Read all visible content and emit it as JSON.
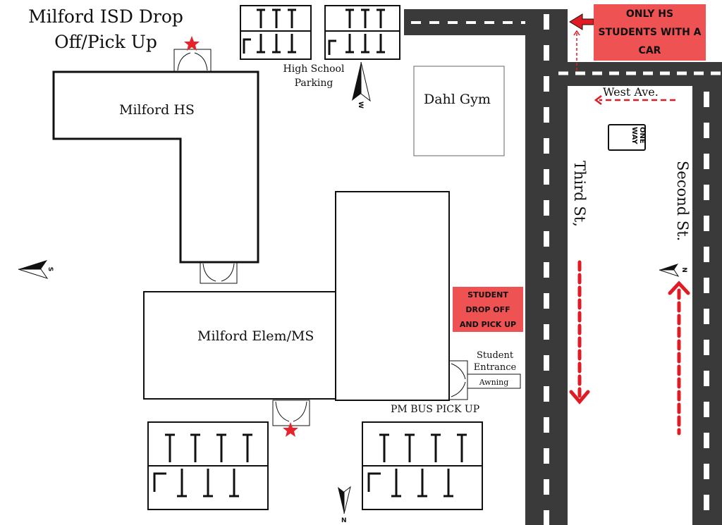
{
  "title": {
    "line1": "Milford ISD Drop",
    "line2": "Off/Pick Up"
  },
  "buildings": {
    "hs": "Milford HS",
    "elem": "Milford Elem/MS",
    "gym": "Dahl Gym"
  },
  "labels": {
    "hs_parking_1": "High School",
    "hs_parking_2": "Parking",
    "student_entrance_1": "Student",
    "student_entrance_2": "Entrance",
    "awning": "Awning",
    "pm_bus": "PM BUS PICK UP"
  },
  "streets": {
    "west_ave": "West Ave.",
    "third_st": "Third St,",
    "second_st": "Second St."
  },
  "callouts": {
    "hs_cars": [
      "ONLY HS",
      "STUDENTS WITH A",
      "CAR"
    ],
    "drop_off": [
      "STUDENT",
      "DROP OFF",
      "AND PICK UP"
    ]
  },
  "sign": {
    "one_way": "ONE WAY"
  },
  "compass": {
    "north": "N",
    "south": "S",
    "west": "W"
  },
  "colors": {
    "road": "#3a3a3a",
    "callout": "#ee5253",
    "arrow": "#e01b24",
    "star": "#e8222a"
  }
}
